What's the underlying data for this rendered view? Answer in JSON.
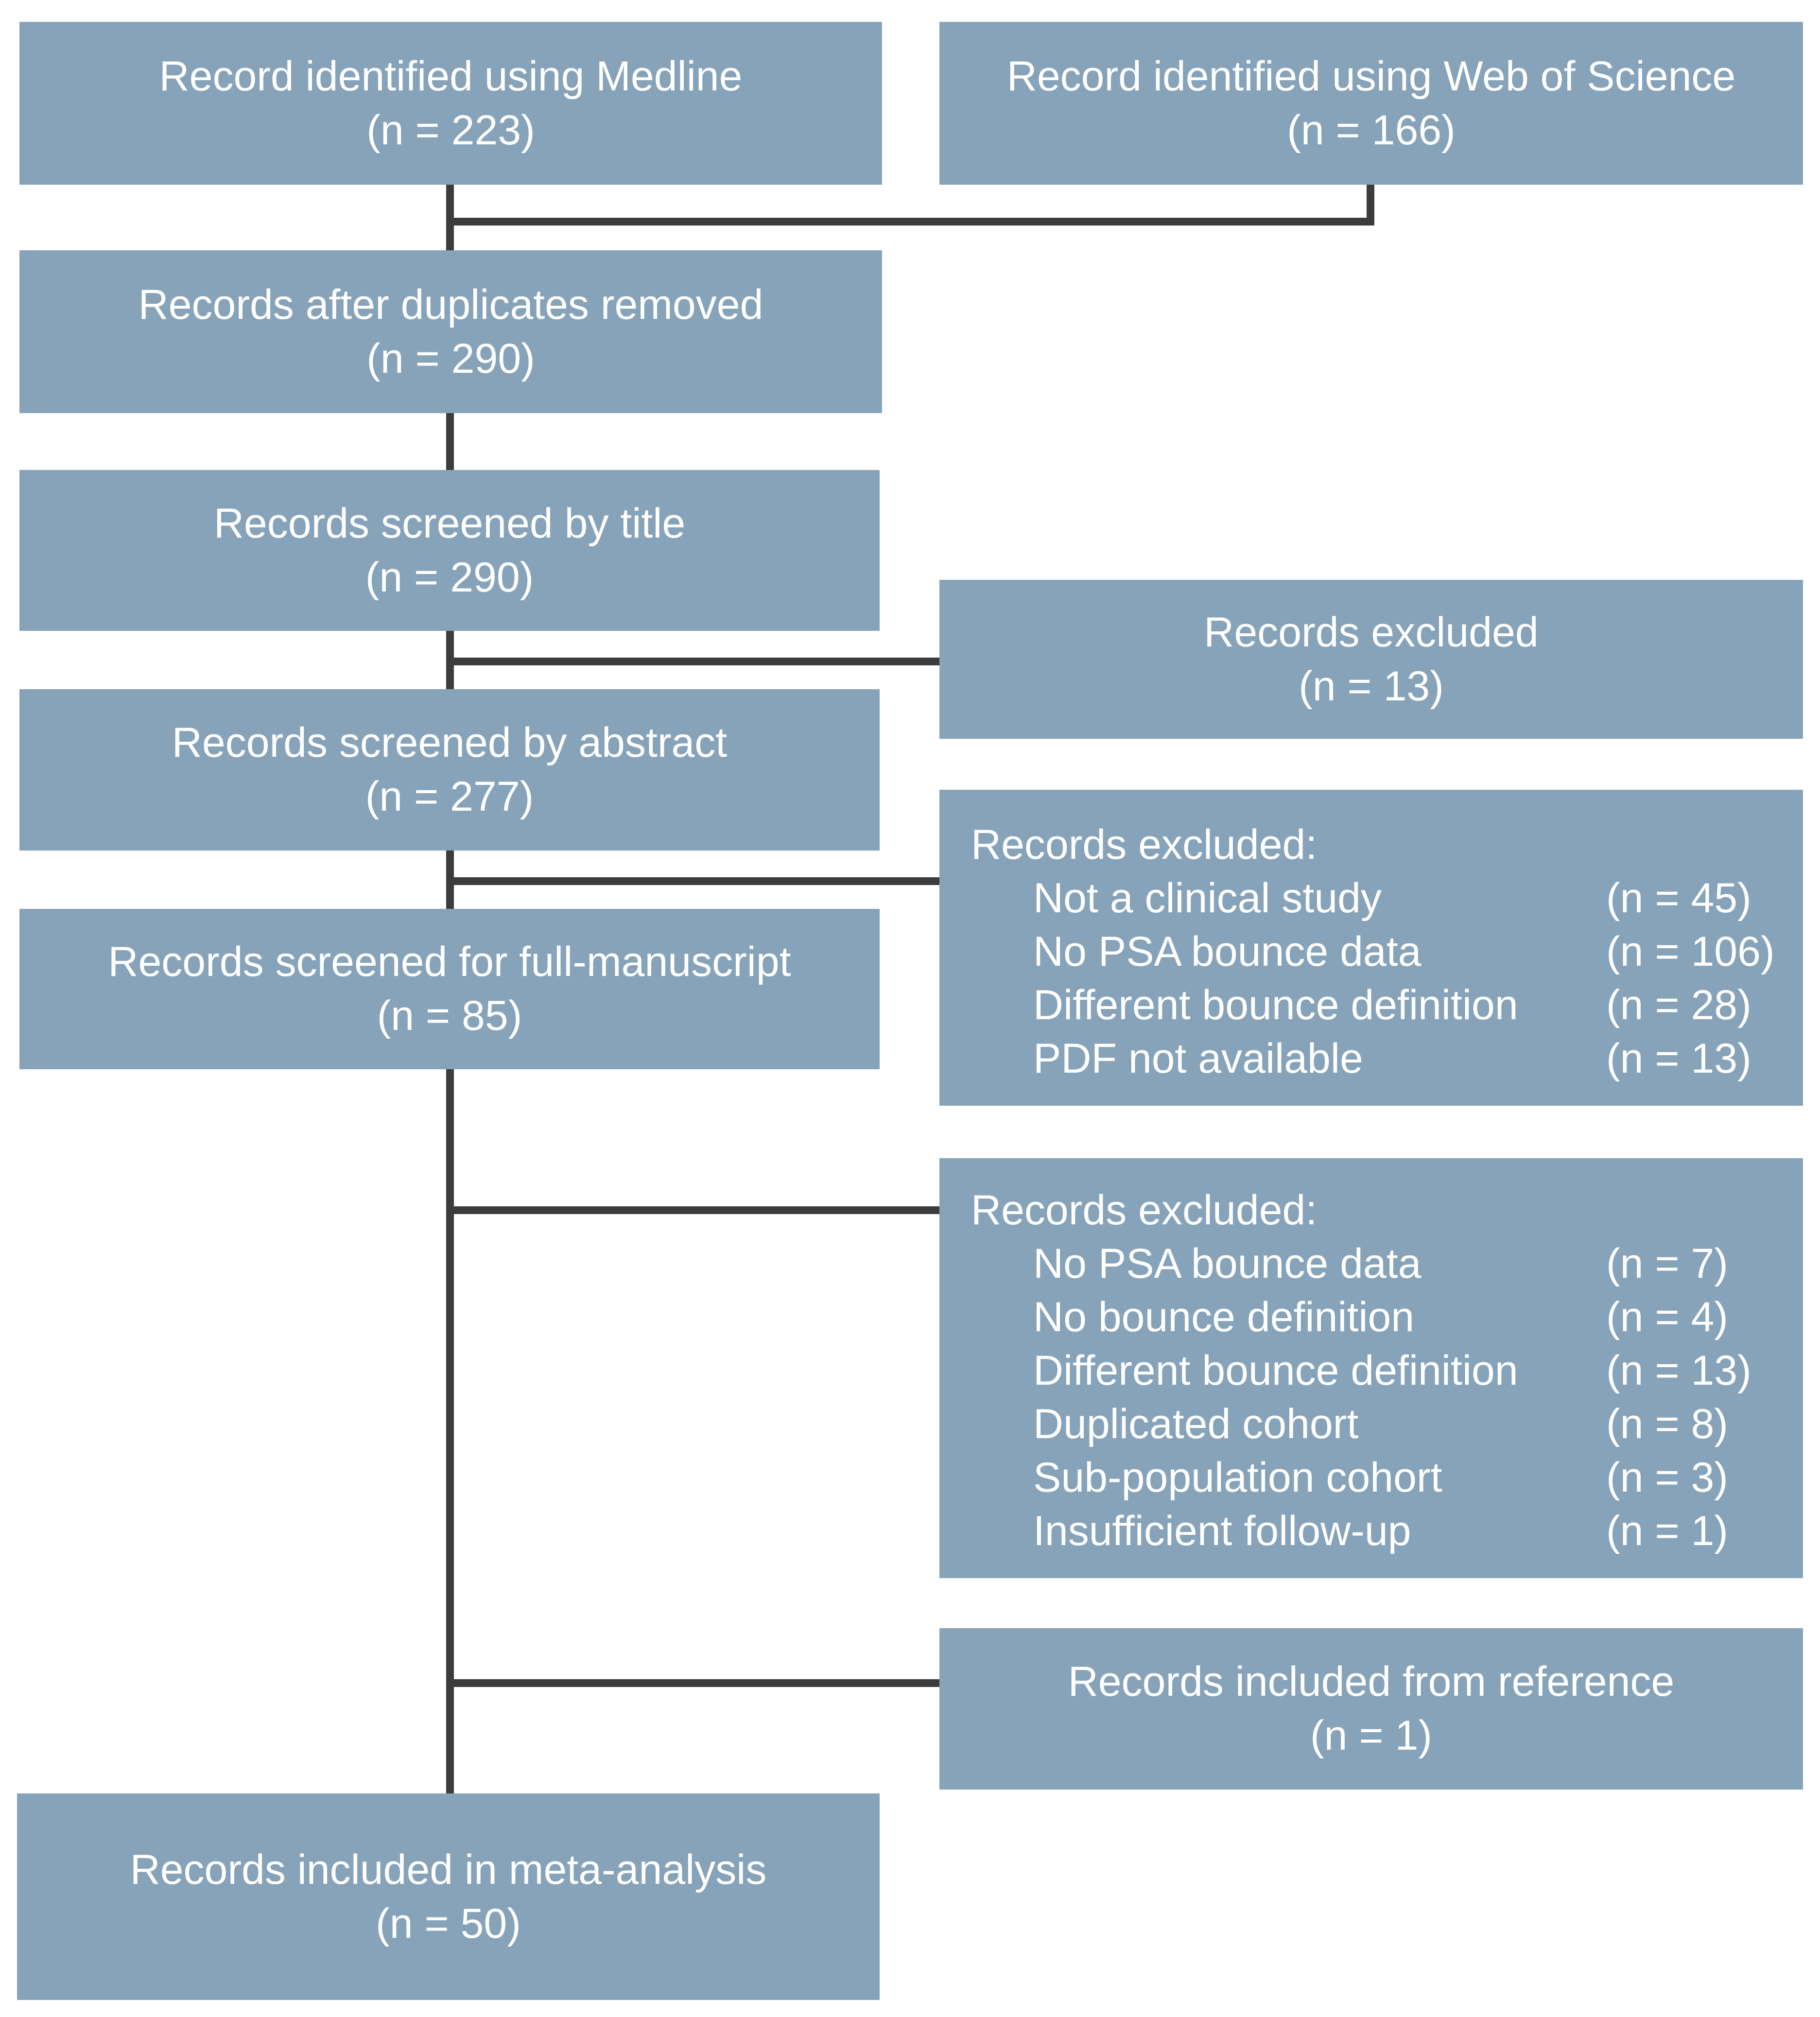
{
  "nodes": {
    "medline": {
      "label": "Record identified using Medline",
      "count": "(n = 223)"
    },
    "web_of_science": {
      "label": "Record identified using Web of Science",
      "count": "(n = 166)"
    },
    "after_duplicates": {
      "label": "Records after duplicates removed",
      "count": "(n = 290)"
    },
    "screened_title": {
      "label": "Records screened by title",
      "count": "(n = 290)"
    },
    "excluded_title": {
      "label": "Records excluded",
      "count": "(n = 13)"
    },
    "screened_abstract": {
      "label": "Records screened by abstract",
      "count": "(n = 277)"
    },
    "excluded_abstract": {
      "heading": "Records excluded:",
      "items": [
        {
          "reason": "Not a clinical study",
          "count": "(n = 45)"
        },
        {
          "reason": "No PSA bounce data",
          "count": "(n = 106)"
        },
        {
          "reason": "Different bounce definition",
          "count": "(n = 28)"
        },
        {
          "reason": "PDF not available",
          "count": "(n = 13)"
        }
      ]
    },
    "screened_full": {
      "label": "Records screened for full-manuscript",
      "count": "(n = 85)"
    },
    "excluded_full": {
      "heading": "Records excluded:",
      "items": [
        {
          "reason": "No PSA bounce data",
          "count": "(n = 7)"
        },
        {
          "reason": "No bounce definition",
          "count": "(n = 4)"
        },
        {
          "reason": "Different bounce definition",
          "count": "(n = 13)"
        },
        {
          "reason": "Duplicated cohort",
          "count": "(n = 8)"
        },
        {
          "reason": "Sub-population cohort",
          "count": "(n = 3)"
        },
        {
          "reason": "Insufficient follow-up",
          "count": "(n = 1)"
        }
      ]
    },
    "included_reference": {
      "label": "Records included from reference",
      "count": "(n = 1)"
    },
    "included_meta": {
      "label": "Records included in meta-analysis",
      "count": "(n = 50)"
    }
  },
  "colors": {
    "box_fill": "#86a3b9",
    "box_text": "#ffffff",
    "connector": "#3c3c3c"
  }
}
